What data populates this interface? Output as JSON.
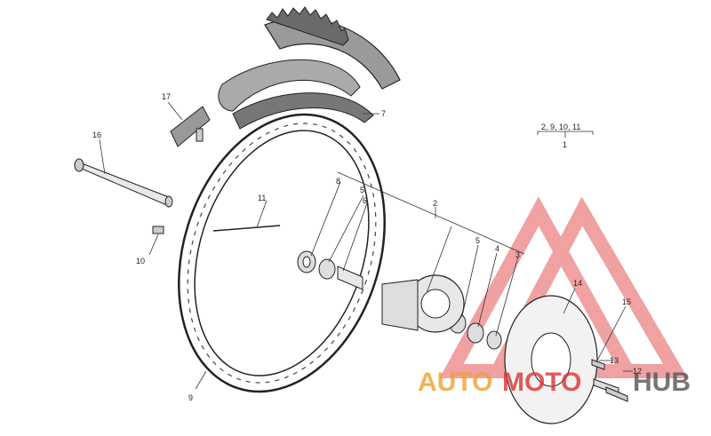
{
  "labels": {
    "l1": "1",
    "l2": "2",
    "l3": "3",
    "l4": "4",
    "l5a": "5",
    "l5b": "5",
    "l6": "6",
    "l7": "7",
    "l8": "8",
    "l9": "9",
    "l10": "10",
    "l11": "11",
    "l12": "12",
    "l13": "13",
    "l14": "14",
    "l15": "15",
    "l16": "16",
    "l17": "17"
  },
  "legend": {
    "group": "2, 9, 10, 11",
    "assembly": "1"
  },
  "watermark": {
    "part1": "AUTO",
    "part2": "MOTO",
    "part3": "HUB"
  },
  "colors": {
    "watermark_red": "#e03030",
    "watermark_orange": "#f0a030",
    "watermark_gray": "#555555",
    "line_art": "#333333",
    "part_fill": "#e8e8e8"
  }
}
